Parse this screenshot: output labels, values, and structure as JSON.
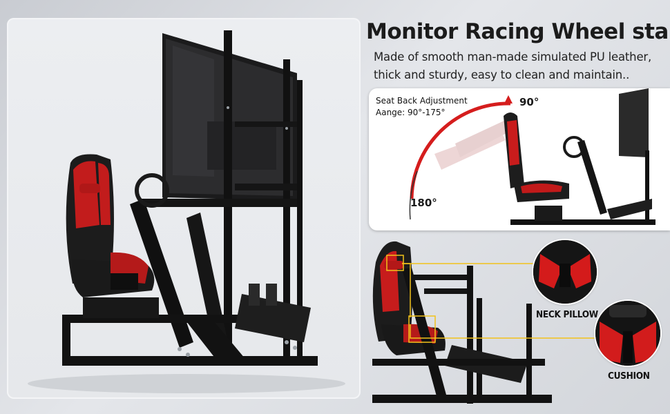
{
  "header": {
    "title": "Monitor Racing Wheel stand",
    "subtitle_line1": "Made of smooth man-made simulated PU leather,",
    "subtitle_line2": "thick and sturdy, easy to clean and maintain.."
  },
  "recline": {
    "label_line1": "Seat Back Adjustment",
    "label_line2": "Aange: 90°-175°",
    "angle_top": "90°",
    "angle_bottom": "180°"
  },
  "callouts": {
    "neck_pillow": "NECK PILLOW",
    "cushion": "CUSHION"
  },
  "colors": {
    "accent_red": "#d51d1d",
    "frame_black": "#141414",
    "callout_yellow": "#f2c21a"
  }
}
